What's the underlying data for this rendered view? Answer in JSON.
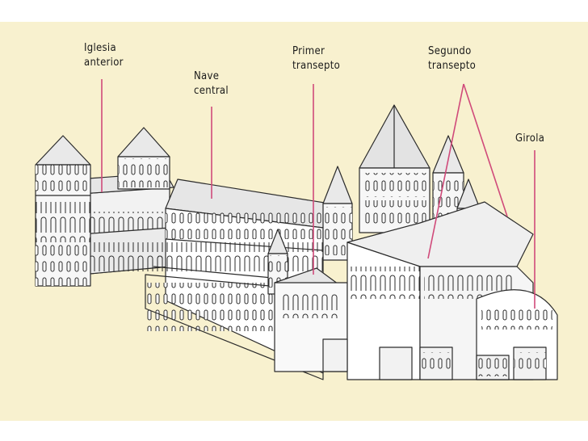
{
  "colors": {
    "background": "#f8f1cf",
    "leader_line": "#d04a7a",
    "outline": "#2b2b2b",
    "wall_light": "#ffffff",
    "wall_shade": "#dcdcdc"
  },
  "labels": {
    "iglesia_anterior": [
      "Iglesia",
      "anterior"
    ],
    "nave_central": [
      "Nave",
      "central"
    ],
    "primer_transepto": [
      "Primer",
      "transepto"
    ],
    "segundo_transepto": [
      "Segundo",
      "transepto"
    ],
    "girola": [
      "Girola"
    ]
  }
}
